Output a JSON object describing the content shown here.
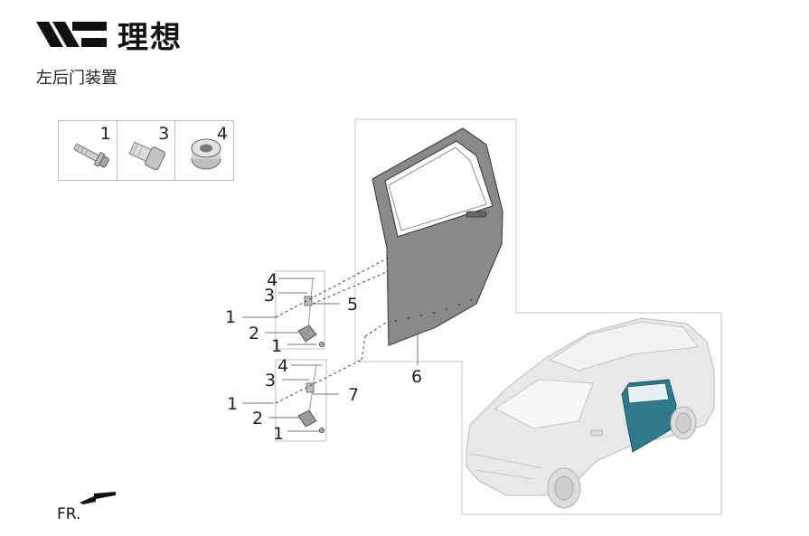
{
  "header": {
    "brand_name": "理想",
    "logo_icon": "li-auto-logo-icon",
    "section_title": "左后门装置"
  },
  "legend": {
    "items": [
      {
        "number": "1",
        "icon": "bolt-icon"
      },
      {
        "number": "3",
        "icon": "nut-icon"
      },
      {
        "number": "4",
        "icon": "bushing-icon"
      }
    ]
  },
  "callouts": {
    "upper_hinge": {
      "top_label": "4",
      "second_label": "3",
      "left_label": "1",
      "middle_label": "2",
      "bottom_label": "1",
      "assembly_label": "5"
    },
    "lower_hinge": {
      "top_label": "4",
      "second_label": "3",
      "left_label": "1",
      "middle_label": "2",
      "bottom_label": "1",
      "assembly_label": "7"
    },
    "door_label": "6"
  },
  "orientation": {
    "label": "FR.",
    "icon": "front-arrow-icon"
  },
  "colors": {
    "door_panel": "#8a8a8a",
    "highlight_door": "#2d7a8a",
    "vehicle_body": "#e8e8e8"
  }
}
